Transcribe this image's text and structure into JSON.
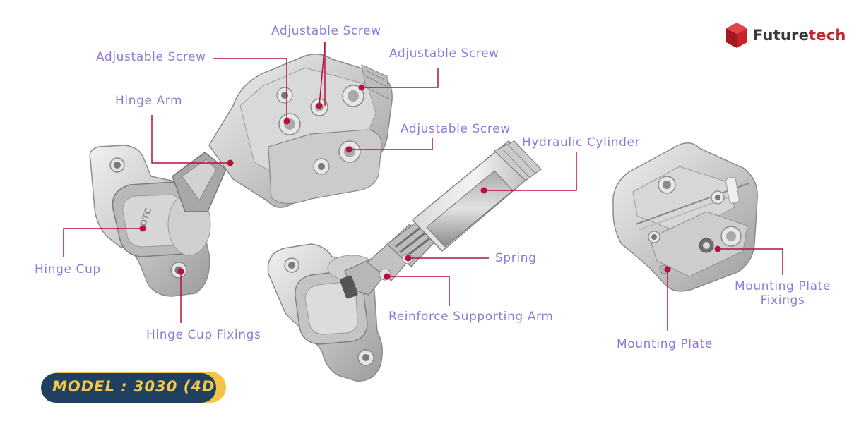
{
  "brand": {
    "name_prefix": "Future",
    "name_suffix": "tech",
    "logo_color": "#c8232c",
    "logo_icon": "cube-logo-icon"
  },
  "model": {
    "label": "MODEL : 3030 (4D)",
    "badge_color": "#1f4060",
    "accent_color": "#f2c446"
  },
  "colors": {
    "label_text": "#8f7ad9",
    "leader_line": "#b5123b",
    "metal": "#c9c9c9"
  },
  "labels": {
    "adjustable_screw_1": "Adjustable Screw",
    "adjustable_screw_2": "Adjustable Screw",
    "adjustable_screw_3": "Adjustable Screw",
    "adjustable_screw_4": "Adjustable Screw",
    "hinge_arm": "Hinge Arm",
    "hinge_cup": "Hinge Cup",
    "hinge_cup_fixings": "Hinge Cup Fixings",
    "hydraulic_cylinder": "Hydraulic Cylinder",
    "spring": "Spring",
    "reinforce_supporting_arm": "Reinforce Supporting Arm",
    "mounting_plate": "Mounting Plate",
    "mounting_plate_fixings_line1": "Mounting Plate",
    "mounting_plate_fixings_line2": "Fixings"
  },
  "cup_imprint": "DTC"
}
